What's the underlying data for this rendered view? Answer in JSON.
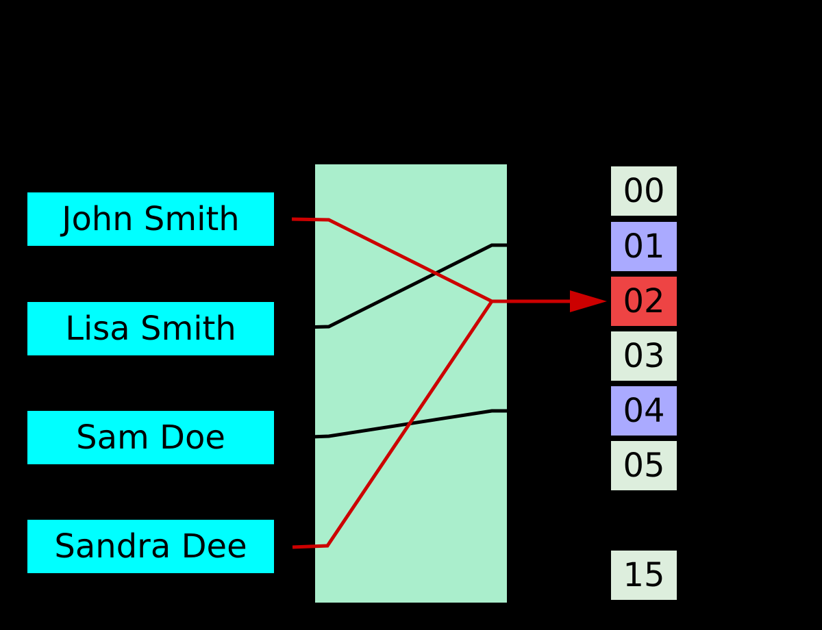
{
  "diagram": {
    "type": "hash-table-collision",
    "keys": [
      {
        "label": "John Smith",
        "hashes_to": "02"
      },
      {
        "label": "Lisa Smith",
        "hashes_to": "01"
      },
      {
        "label": "Sam Doe",
        "hashes_to": "04"
      },
      {
        "label": "Sandra Dee",
        "hashes_to": "02"
      }
    ],
    "buckets": [
      {
        "label": "00",
        "state": "empty",
        "color": "#ddeedd"
      },
      {
        "label": "01",
        "state": "occupied",
        "color": "#aaaaff"
      },
      {
        "label": "02",
        "state": "collision",
        "color": "#ee4444"
      },
      {
        "label": "03",
        "state": "empty",
        "color": "#ddeedd"
      },
      {
        "label": "04",
        "state": "occupied",
        "color": "#aaaaff"
      },
      {
        "label": "05",
        "state": "empty",
        "color": "#ddeedd"
      },
      {
        "label": "15",
        "state": "empty",
        "color": "#ddeedd"
      }
    ],
    "colors": {
      "background": "#000000",
      "key_box": "#00ffff",
      "hash_box": "#aaeecc",
      "red_line": "#cc0000",
      "black_line": "#000000",
      "text": "#000000"
    }
  }
}
